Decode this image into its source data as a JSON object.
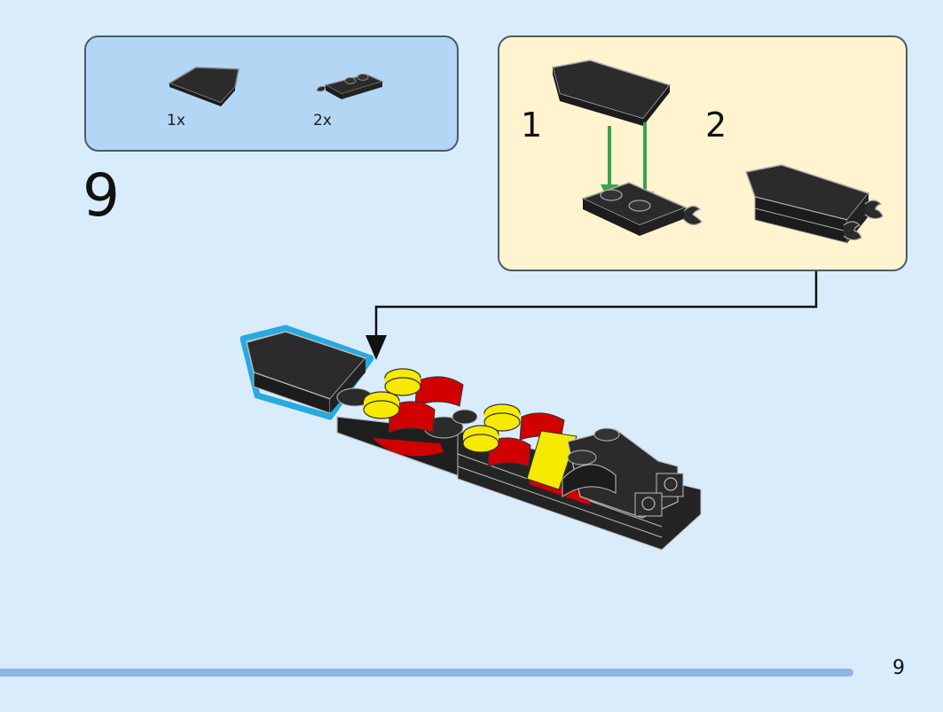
{
  "parts_list": {
    "items": [
      {
        "icon": "wedge-plate-icon",
        "quantity": "1x"
      },
      {
        "icon": "clip-plate-icon",
        "quantity": "2x"
      }
    ]
  },
  "step": {
    "number": "9"
  },
  "sub_assembly": {
    "steps": [
      {
        "number": "1"
      },
      {
        "number": "2"
      }
    ]
  },
  "colors": {
    "background": "#d9ecfb",
    "parts_box": "#b3d6f5",
    "sub_box": "#fff4cf",
    "brick_black": "#2b2b2b",
    "brick_red": "#d10000",
    "brick_yellow": "#f6ea00",
    "arrow_green": "#3aa24a",
    "highlight_blue": "#27a9e1",
    "progress_bar": "#8fb3e3"
  },
  "footer": {
    "page_number": "9"
  }
}
